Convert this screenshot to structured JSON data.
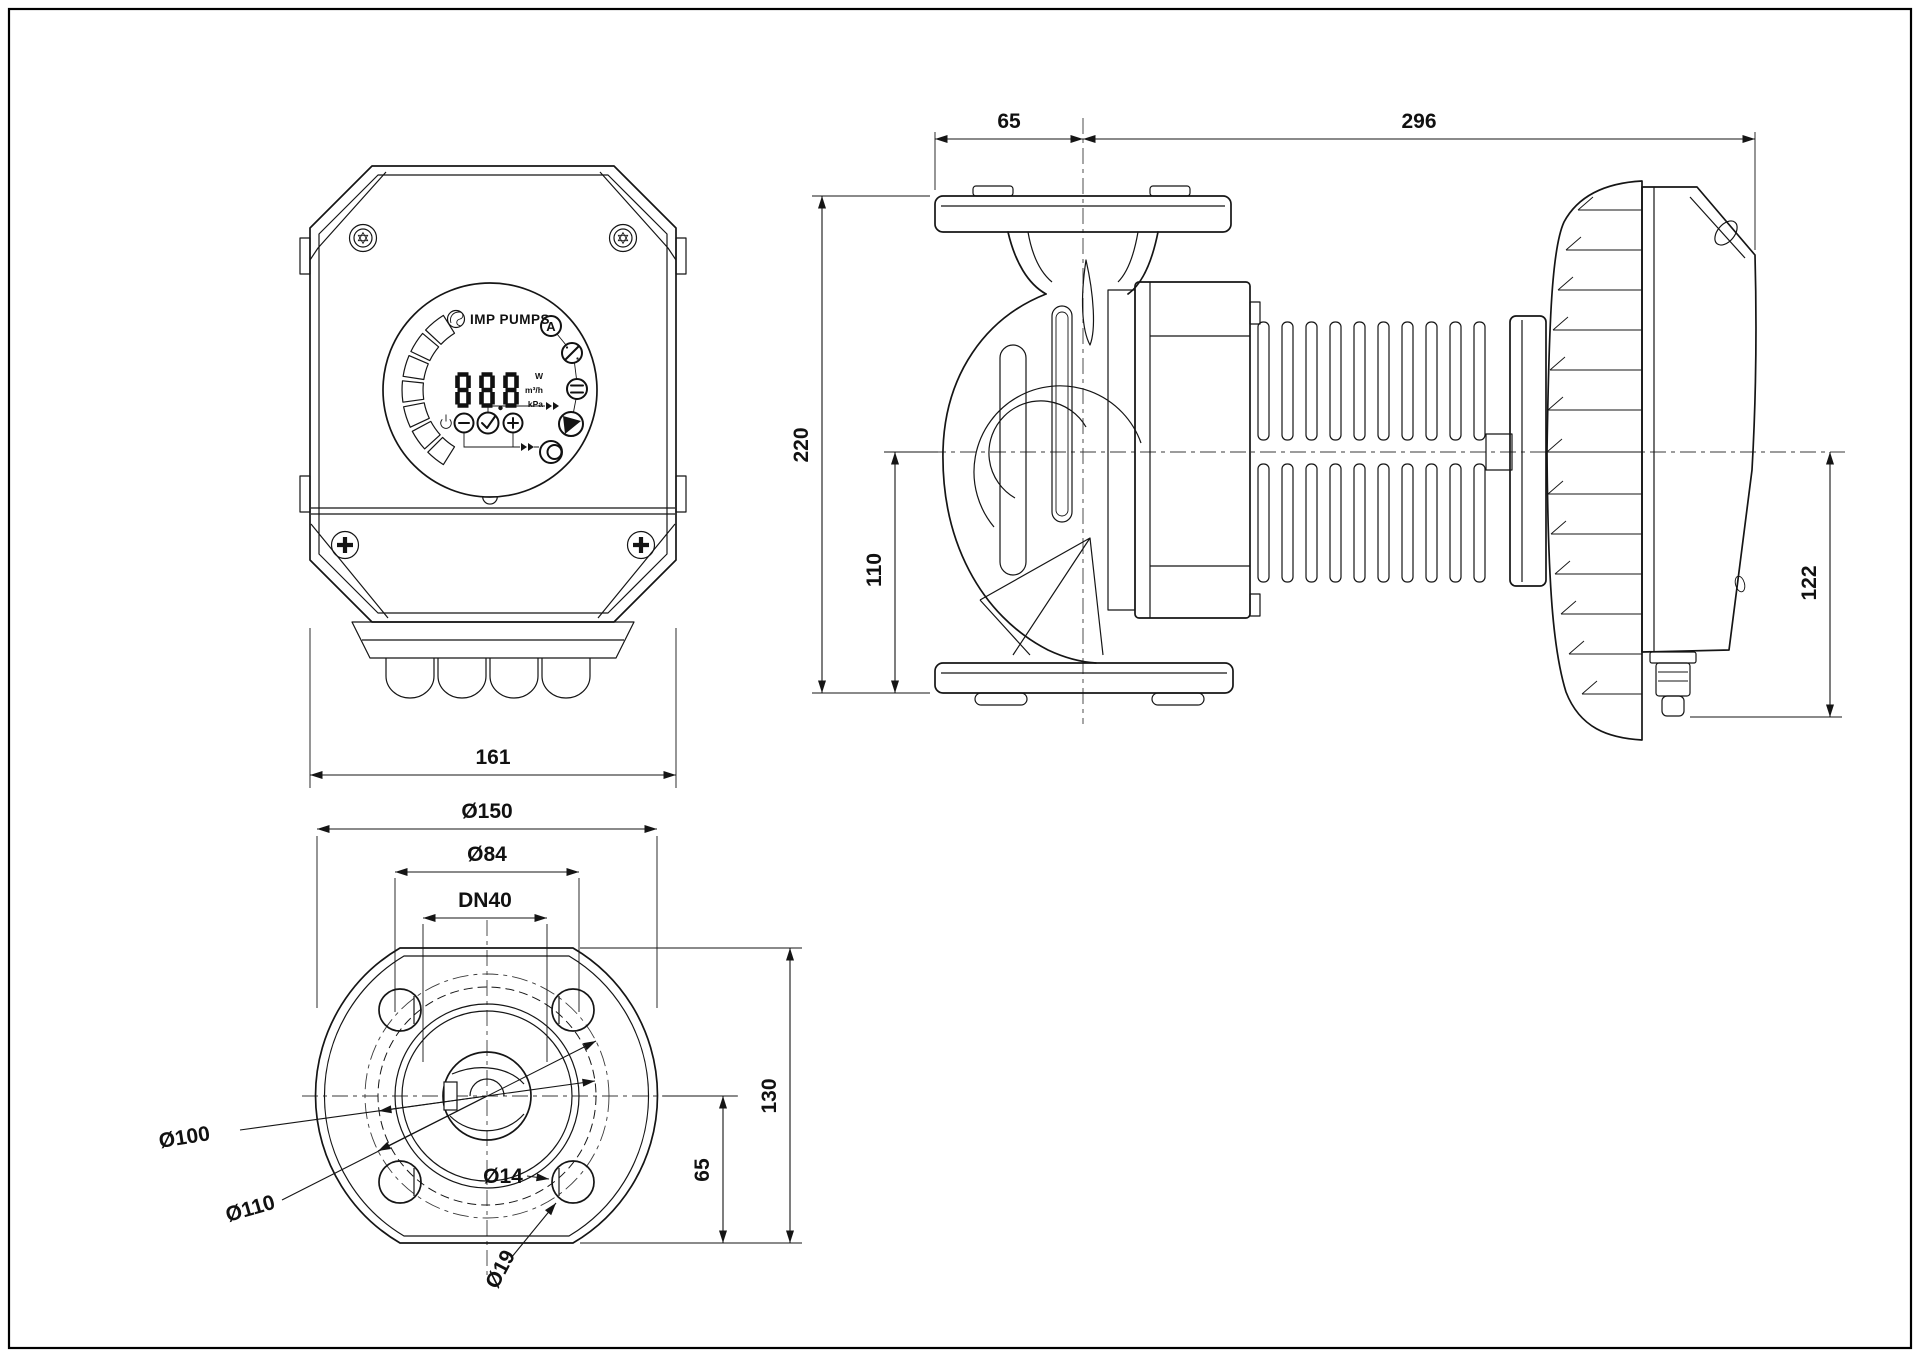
{
  "drawing_type": "pump-dimension-drawing",
  "brand": "IMP PUMPS",
  "panel": {
    "display_value": "888",
    "auto_label": "A",
    "units": {
      "power": "W",
      "flow": "m³/h",
      "pressure": "kPa"
    }
  },
  "front_view": {
    "width": "161"
  },
  "side_view": {
    "flange_to_axis": "65",
    "axis_to_end": "296",
    "total_height": "220",
    "axis_to_base": "110",
    "axis_to_box_bottom": "122"
  },
  "bottom_view": {
    "body_width": "Ø150",
    "face_diameter": "Ø84",
    "nominal_bore": "DN40",
    "pilot_diameter": "Ø100",
    "bolt_circle": "Ø110",
    "hole_diameter": "Ø14",
    "slot_diameter": "Ø19",
    "flange_height": "130",
    "axis_to_bottom": "65"
  }
}
